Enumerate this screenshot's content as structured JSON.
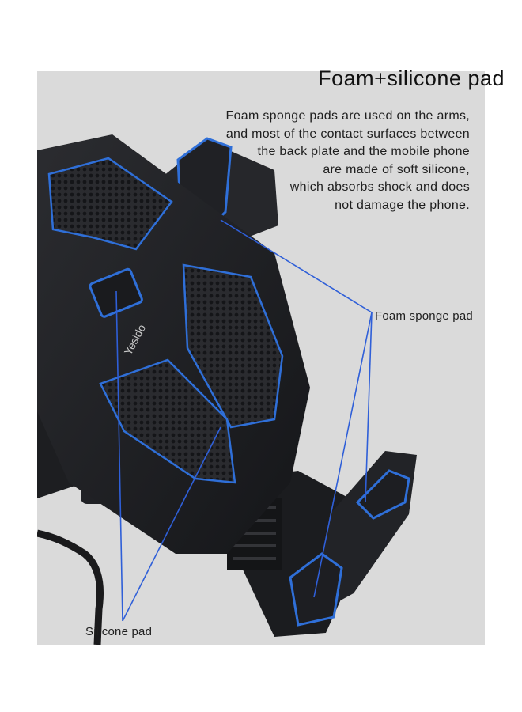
{
  "heading": "Foam+silicone pad",
  "description_lines": [
    "Foam sponge pads are used on the arms,",
    "and most of the contact surfaces between",
    "the back plate and the mobile phone",
    "are made of soft silicone,",
    "which absorbs shock and does",
    "not damage the phone."
  ],
  "callouts": {
    "foam": "Foam sponge pad",
    "silicone": "Silicone pad"
  },
  "brand_logo": "Yesido",
  "colors": {
    "panel": "#dadada",
    "device": "#1c1d20",
    "accent": "#2f6fd8"
  }
}
